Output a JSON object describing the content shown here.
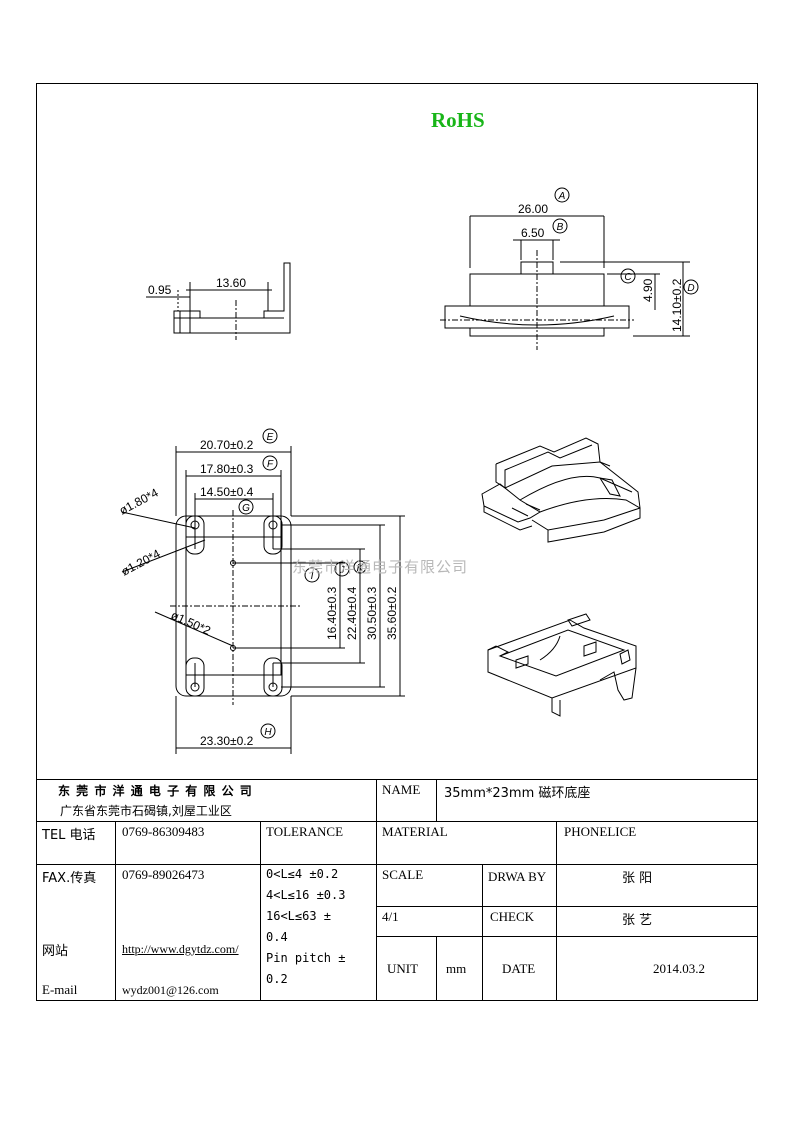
{
  "rohs": "RoHS",
  "watermark": "东莞市洋通电子有限公司",
  "dimensions": {
    "top_width": "26.00",
    "slot_width": "6.50",
    "height_c": "4.90",
    "total_height": "14.10±0.2",
    "side_left": "0.95",
    "side_width": "13.60",
    "e_width": "20.70±0.2",
    "f_width": "17.80±0.3",
    "g_width": "14.50±0.4",
    "h_width": "23.30±0.2",
    "i_len": "16.40±0.3",
    "j_len": "22.40±0.4",
    "k_len": "30.50±0.3",
    "l_len": "35.60±0.2",
    "hole_a": "ø1.80*4",
    "hole_b": "ø1.20*4",
    "hole_c": "ø1.50*2"
  },
  "callouts": [
    "A",
    "B",
    "C",
    "D",
    "E",
    "F",
    "G",
    "H",
    "I",
    "J",
    "K"
  ],
  "title_block": {
    "company": "东 莞 市 洋 通 电 子 有 限 公 司",
    "address": "广东省东莞市石碣镇,刘屋工业区",
    "name_label": "NAME",
    "name_value": "35mm*23mm 磁环底座",
    "tel_label": "TEL 电话",
    "tel_value": "0769-86309483",
    "tolerance_label": "TOLERANCE",
    "material_label": "MATERIAL",
    "material_value": "PHONELICE",
    "fax_label": "FAX.传真",
    "fax_value": "0769-89026473",
    "tolerance_lines": [
      "0<L≤4  ±0.2",
      "4<L≤16 ±0.3",
      "16<L≤63 ±",
      "0.4",
      "Pin pitch ±",
      "0.2"
    ],
    "scale_label": "SCALE",
    "drawn_label": "DRWA BY",
    "drawn_value": "张 阳",
    "scale_value": "4/1",
    "check_label": "CHECK",
    "check_value": "张 艺",
    "web_label": "网站",
    "web_value": "http://www.dgytdz.com/",
    "email_label": "E-mail",
    "email_value": "wydz001@126.com",
    "unit_label": "UNIT",
    "unit_value": "mm",
    "date_label": "DATE",
    "date_value": "2014.03.2"
  }
}
